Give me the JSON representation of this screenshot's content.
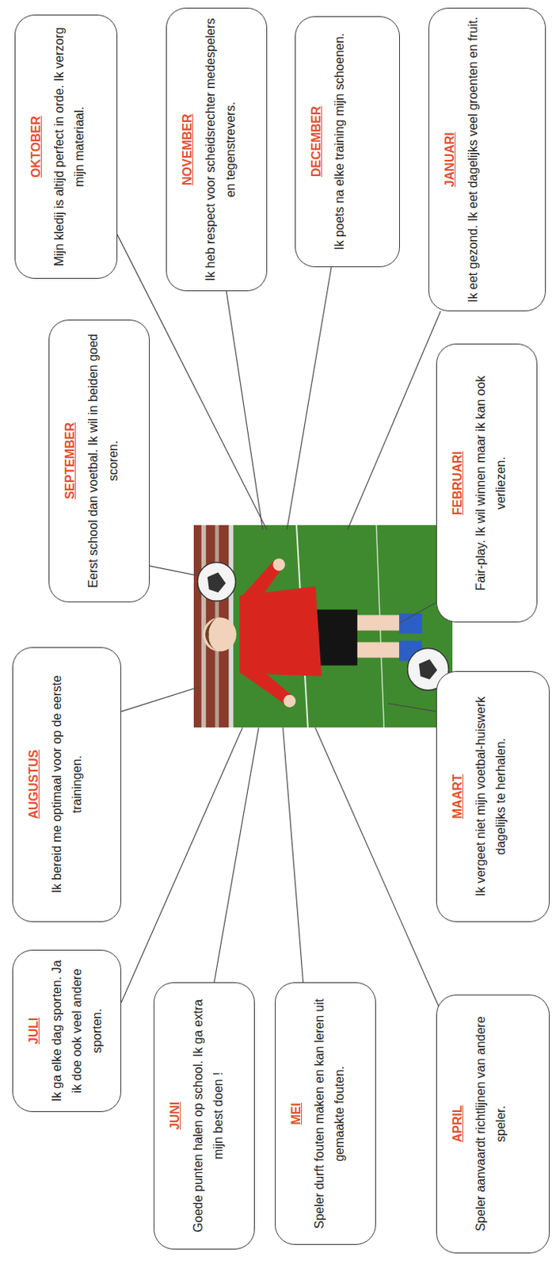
{
  "diagram": {
    "nodes": [
      {
        "text": [
          "JULI",
          "Ik ga elke dag sporten. Ja ik doe ook veel andere sporten."
        ]
      },
      {
        "text": [
          "AUGUSTUS",
          "Ik bereid me optimaal voor op de eerste trainingen."
        ]
      },
      {
        "text": [
          "SEPTEMBER",
          "Eerst school dan voetbal. Ik wil in beiden goed scoren."
        ]
      },
      {
        "text": [
          "OKTOBER",
          "Mijn kledij is altijd perfect in orde. Ik verzorg mijn materiaal."
        ]
      },
      {
        "text": [
          "JUNI",
          "Goede punten halen op school. Ik ga extra mijn best doen !"
        ]
      },
      {
        "text": [
          "NOVEMBER",
          "Ik heb respect voor scheidsrechter medespelers en tegenstrevers."
        ]
      },
      {
        "text": [
          "MEI",
          "Speler durft fouten maken en kan leren uit gemaakte fouten."
        ]
      },
      {
        "text": [
          "DECEMBER",
          "Ik poets na elke training mijn schoenen."
        ]
      },
      {
        "text": [
          "APRIL",
          "Speler aanvaardt richtlijnen van andere speler."
        ]
      },
      {
        "text": [
          "MAART",
          "Ik vergeet niet mijn voetbal-huiswerk dagelijks te herhalen."
        ]
      },
      {
        "text": [
          "FEBRUARI",
          "Fair-play. Ik wil winnen maar ik kan ook verliezen."
        ]
      },
      {
        "text": [
          "JANUARI",
          "Ik eet gezond. Ik eet dagelijks veel groenten en fruit."
        ]
      }
    ]
  }
}
